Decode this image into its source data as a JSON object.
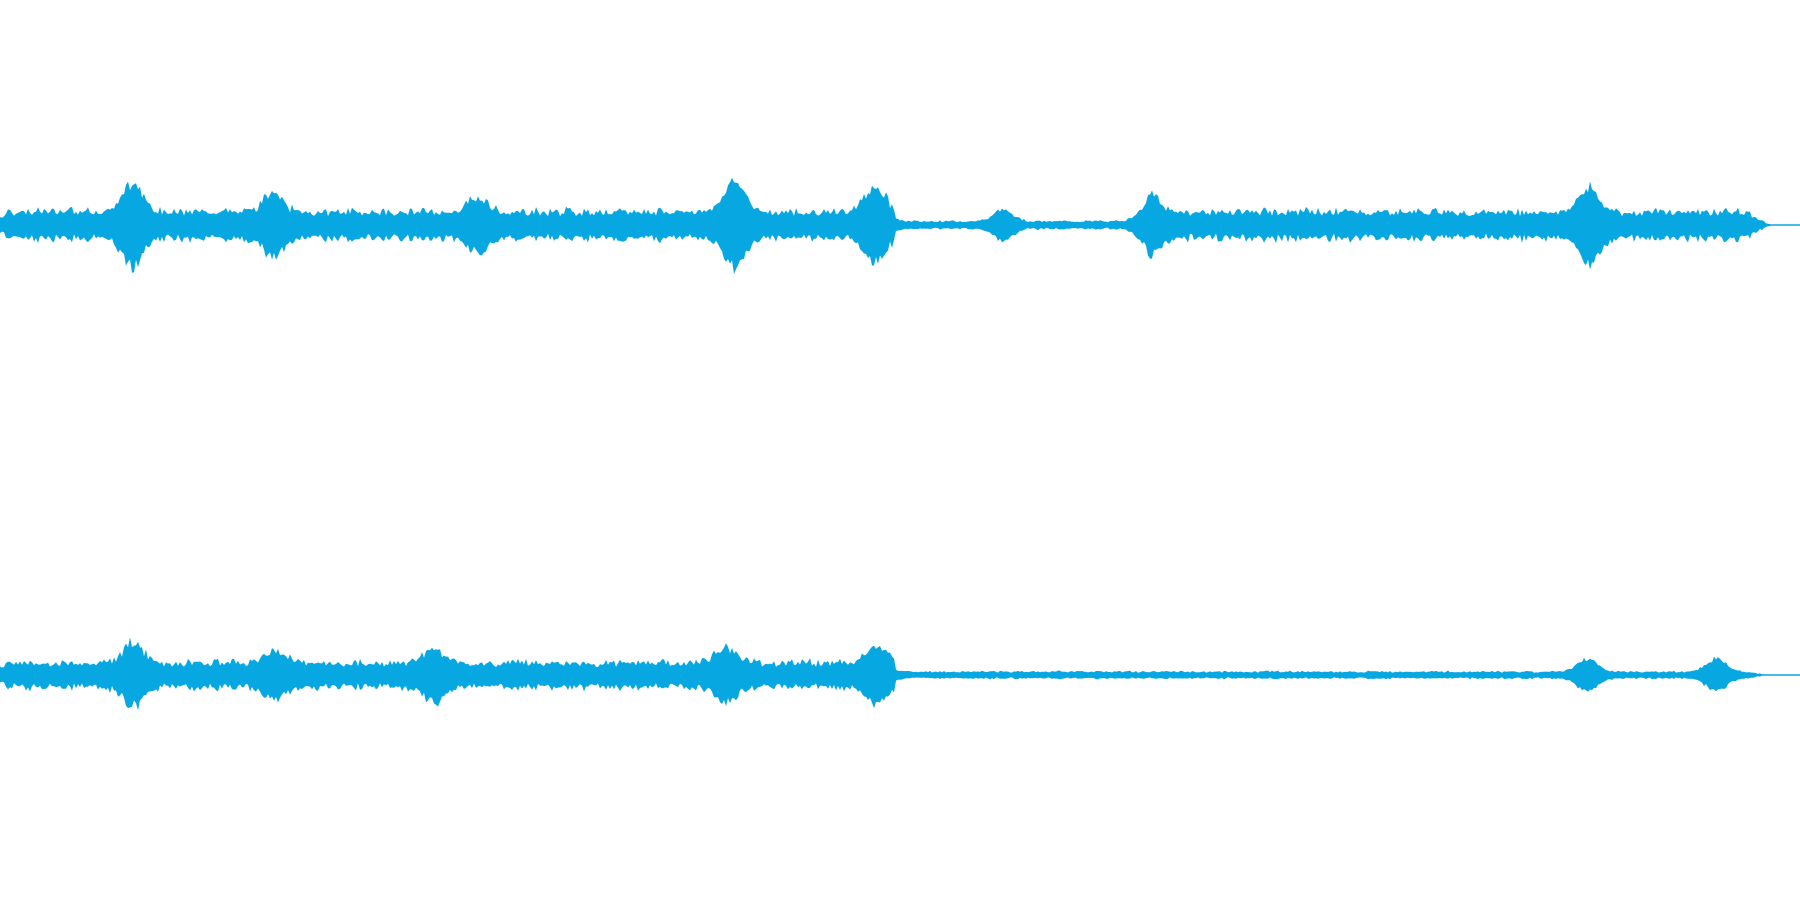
{
  "waveform": {
    "color": "#07a8e2",
    "channels": [
      {
        "name": "",
        "bursts": [
          {
            "t": 0.075,
            "a": 0.95
          },
          {
            "t": 0.154,
            "a": 0.55
          },
          {
            "t": 0.27,
            "a": 0.45
          },
          {
            "t": 0.415,
            "a": 1.0
          },
          {
            "t": 0.494,
            "a": 0.8
          },
          {
            "t": 0.567,
            "a": 0.35
          },
          {
            "t": 0.649,
            "a": 0.55
          },
          {
            "t": 0.898,
            "a": 0.8
          }
        ],
        "quiet_section": [
          0.506,
          0.648
        ]
      },
      {
        "name": "",
        "bursts": [
          {
            "t": 0.075,
            "a": 0.9
          },
          {
            "t": 0.156,
            "a": 0.5
          },
          {
            "t": 0.245,
            "a": 0.7
          },
          {
            "t": 0.41,
            "a": 0.7
          },
          {
            "t": 0.495,
            "a": 0.8
          },
          {
            "t": 0.897,
            "a": 0.6
          },
          {
            "t": 0.97,
            "a": 0.6
          }
        ],
        "quiet_section": [
          0.506,
          1.0
        ]
      }
    ]
  }
}
